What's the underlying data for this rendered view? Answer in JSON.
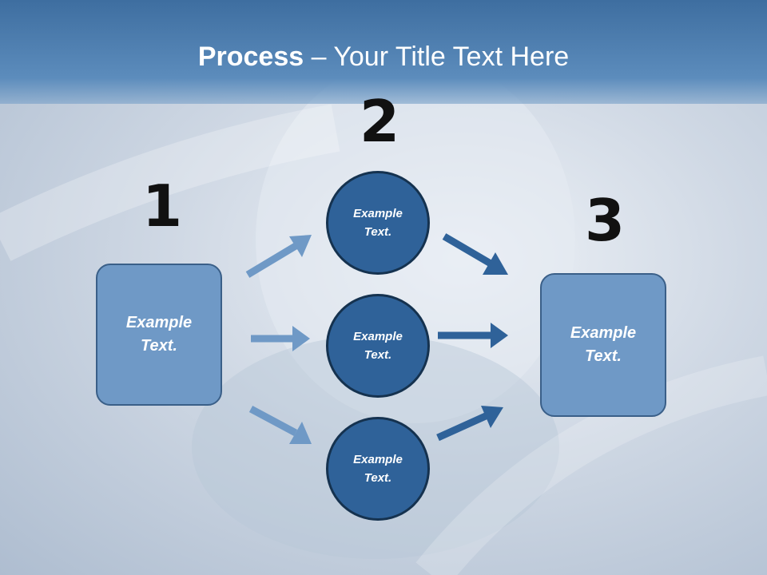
{
  "title": {
    "bold": "Process",
    "rest": " – Your Title Text Here"
  },
  "numbers": [
    "1",
    "2",
    "3"
  ],
  "left_box": {
    "line1": "Example",
    "line2": "Text."
  },
  "circles": [
    {
      "line1": "Example",
      "line2": "Text."
    },
    {
      "line1": "Example",
      "line2": "Text."
    },
    {
      "line1": "Example",
      "line2": "Text."
    }
  ],
  "right_box": {
    "line1": "Example",
    "line2": "Text."
  },
  "colors": {
    "title_band": "#4a7bb0",
    "box_fill": "#6f99c6",
    "circle_fill": "#2f6299",
    "arrow_light": "#6f99c6",
    "arrow_dark": "#2f6299"
  }
}
